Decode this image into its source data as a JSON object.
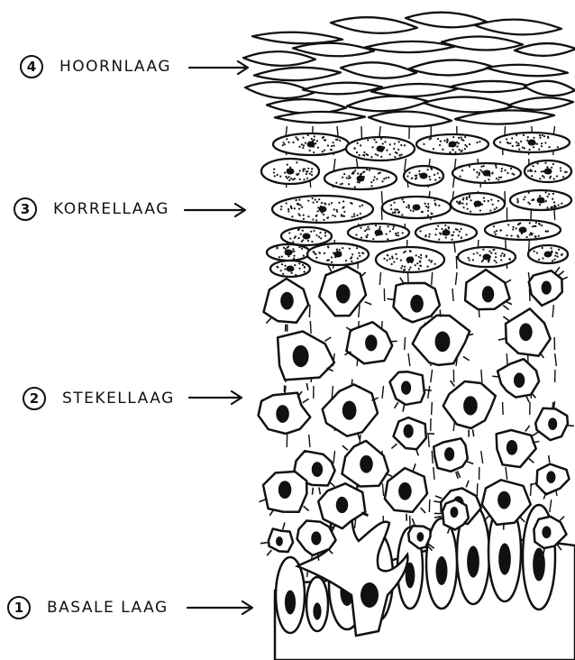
{
  "layers": [
    {
      "number": "4",
      "name": "HOORNLAAG"
    },
    {
      "number": "3",
      "name": "KORRELLAAG"
    },
    {
      "number": "2",
      "name": "STEKELLAAG"
    },
    {
      "number": "1",
      "name": "BASALE LAAG"
    }
  ],
  "colors": {
    "ink": "#111111",
    "paper": "#ffffff"
  }
}
